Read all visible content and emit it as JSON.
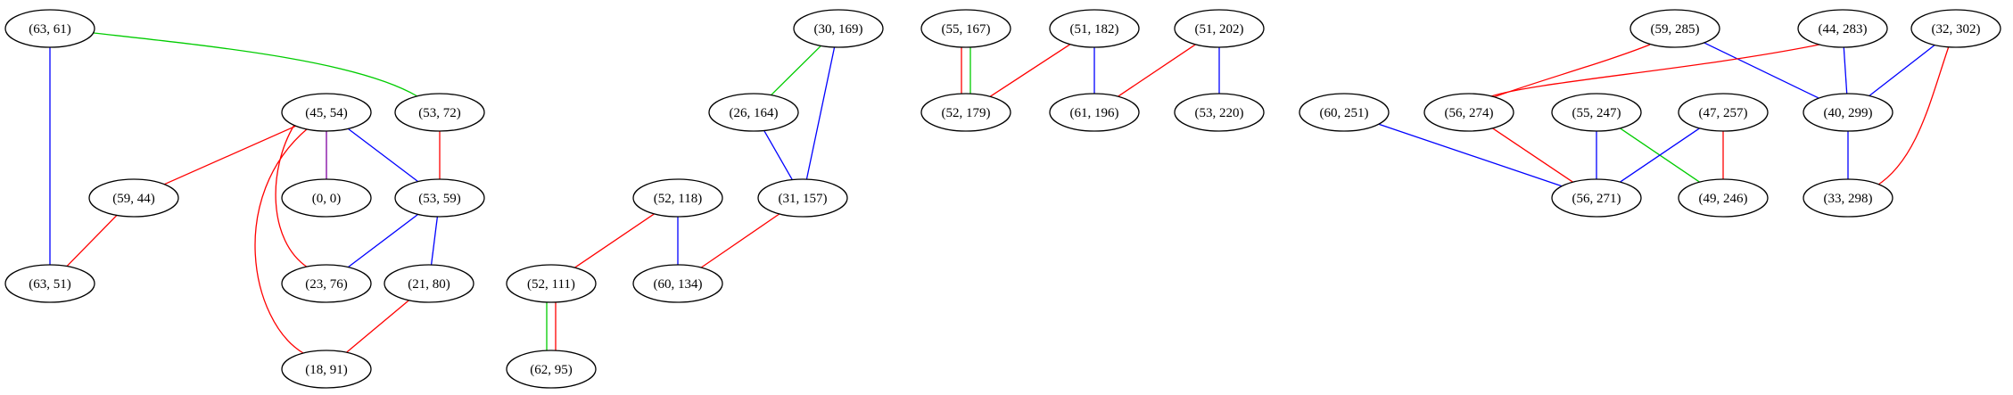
{
  "graph": {
    "nodes": [
      {
        "id": "n63_61",
        "label": "(63, 61)"
      },
      {
        "id": "n53_72",
        "label": "(53, 72)"
      },
      {
        "id": "n45_54",
        "label": "(45, 54)"
      },
      {
        "id": "n59_44",
        "label": "(59, 44)"
      },
      {
        "id": "n0_0",
        "label": "(0, 0)"
      },
      {
        "id": "n53_59",
        "label": "(53, 59)"
      },
      {
        "id": "n63_51",
        "label": "(63, 51)"
      },
      {
        "id": "n23_76",
        "label": "(23, 76)"
      },
      {
        "id": "n21_80",
        "label": "(21, 80)"
      },
      {
        "id": "n18_91",
        "label": "(18, 91)"
      },
      {
        "id": "n30_169",
        "label": "(30, 169)"
      },
      {
        "id": "n26_164",
        "label": "(26, 164)"
      },
      {
        "id": "n52_118",
        "label": "(52, 118)"
      },
      {
        "id": "n31_157",
        "label": "(31, 157)"
      },
      {
        "id": "n52_111",
        "label": "(52, 111)"
      },
      {
        "id": "n60_134",
        "label": "(60, 134)"
      },
      {
        "id": "n62_95",
        "label": "(62, 95)"
      },
      {
        "id": "n55_167",
        "label": "(55, 167)"
      },
      {
        "id": "n52_179",
        "label": "(52, 179)"
      },
      {
        "id": "n51_182",
        "label": "(51, 182)"
      },
      {
        "id": "n61_196",
        "label": "(61, 196)"
      },
      {
        "id": "n51_202",
        "label": "(51, 202)"
      },
      {
        "id": "n53_220",
        "label": "(53, 220)"
      },
      {
        "id": "n60_251",
        "label": "(60, 251)"
      },
      {
        "id": "n59_285",
        "label": "(59, 285)"
      },
      {
        "id": "n44_283",
        "label": "(44, 283)"
      },
      {
        "id": "n32_302",
        "label": "(32, 302)"
      },
      {
        "id": "n56_274",
        "label": "(56, 274)"
      },
      {
        "id": "n55_247",
        "label": "(55, 247)"
      },
      {
        "id": "n47_257",
        "label": "(47, 257)"
      },
      {
        "id": "n40_299",
        "label": "(40, 299)"
      },
      {
        "id": "n56_271",
        "label": "(56, 271)"
      },
      {
        "id": "n49_246",
        "label": "(49, 246)"
      },
      {
        "id": "n33_298",
        "label": "(33, 298)"
      }
    ],
    "edges": [
      {
        "from": "n63_61",
        "to": "n63_51",
        "color": "#0000ff"
      },
      {
        "from": "n63_61",
        "to": "n53_72",
        "color": "#00cc00"
      },
      {
        "from": "n53_72",
        "to": "n53_59",
        "color": "#ff0000"
      },
      {
        "from": "n45_54",
        "to": "n59_44",
        "color": "#ff0000"
      },
      {
        "from": "n45_54",
        "to": "n0_0",
        "color": "#8000a0"
      },
      {
        "from": "n45_54",
        "to": "n53_59",
        "color": "#0000ff"
      },
      {
        "from": "n45_54",
        "to": "n23_76",
        "color": "#ff0000"
      },
      {
        "from": "n45_54",
        "to": "n18_91",
        "color": "#ff0000"
      },
      {
        "from": "n59_44",
        "to": "n63_51",
        "color": "#ff0000"
      },
      {
        "from": "n53_59",
        "to": "n23_76",
        "color": "#0000ff"
      },
      {
        "from": "n53_59",
        "to": "n21_80",
        "color": "#0000ff"
      },
      {
        "from": "n21_80",
        "to": "n18_91",
        "color": "#ff0000"
      },
      {
        "from": "n30_169",
        "to": "n26_164",
        "color": "#00cc00"
      },
      {
        "from": "n30_169",
        "to": "n31_157",
        "color": "#0000ff"
      },
      {
        "from": "n26_164",
        "to": "n31_157",
        "color": "#0000ff"
      },
      {
        "from": "n31_157",
        "to": "n60_134",
        "color": "#ff0000"
      },
      {
        "from": "n52_118",
        "to": "n52_111",
        "color": "#ff0000"
      },
      {
        "from": "n52_118",
        "to": "n60_134",
        "color": "#0000ff"
      },
      {
        "from": "n52_111",
        "to": "n62_95",
        "color": "#ff0000",
        "offset": -5
      },
      {
        "from": "n52_111",
        "to": "n62_95",
        "color": "#00cc00",
        "offset": 5
      },
      {
        "from": "n55_167",
        "to": "n52_179",
        "color": "#00cc00",
        "offset": -5
      },
      {
        "from": "n55_167",
        "to": "n52_179",
        "color": "#ff0000",
        "offset": 5
      },
      {
        "from": "n51_182",
        "to": "n52_179",
        "color": "#ff0000"
      },
      {
        "from": "n51_182",
        "to": "n61_196",
        "color": "#0000ff"
      },
      {
        "from": "n51_202",
        "to": "n61_196",
        "color": "#ff0000"
      },
      {
        "from": "n51_202",
        "to": "n53_220",
        "color": "#0000ff"
      },
      {
        "from": "n60_251",
        "to": "n56_271",
        "color": "#0000ff"
      },
      {
        "from": "n59_285",
        "to": "n56_274",
        "color": "#ff0000"
      },
      {
        "from": "n59_285",
        "to": "n40_299",
        "color": "#0000ff"
      },
      {
        "from": "n44_283",
        "to": "n56_274",
        "color": "#ff0000"
      },
      {
        "from": "n44_283",
        "to": "n40_299",
        "color": "#0000ff"
      },
      {
        "from": "n32_302",
        "to": "n40_299",
        "color": "#0000ff"
      },
      {
        "from": "n32_302",
        "to": "n33_298",
        "color": "#ff0000"
      },
      {
        "from": "n56_274",
        "to": "n56_271",
        "color": "#ff0000"
      },
      {
        "from": "n55_247",
        "to": "n56_271",
        "color": "#0000ff"
      },
      {
        "from": "n55_247",
        "to": "n49_246",
        "color": "#00cc00"
      },
      {
        "from": "n47_257",
        "to": "n56_271",
        "color": "#0000ff"
      },
      {
        "from": "n47_257",
        "to": "n49_246",
        "color": "#ff0000"
      },
      {
        "from": "n40_299",
        "to": "n33_298",
        "color": "#0000ff"
      }
    ]
  }
}
